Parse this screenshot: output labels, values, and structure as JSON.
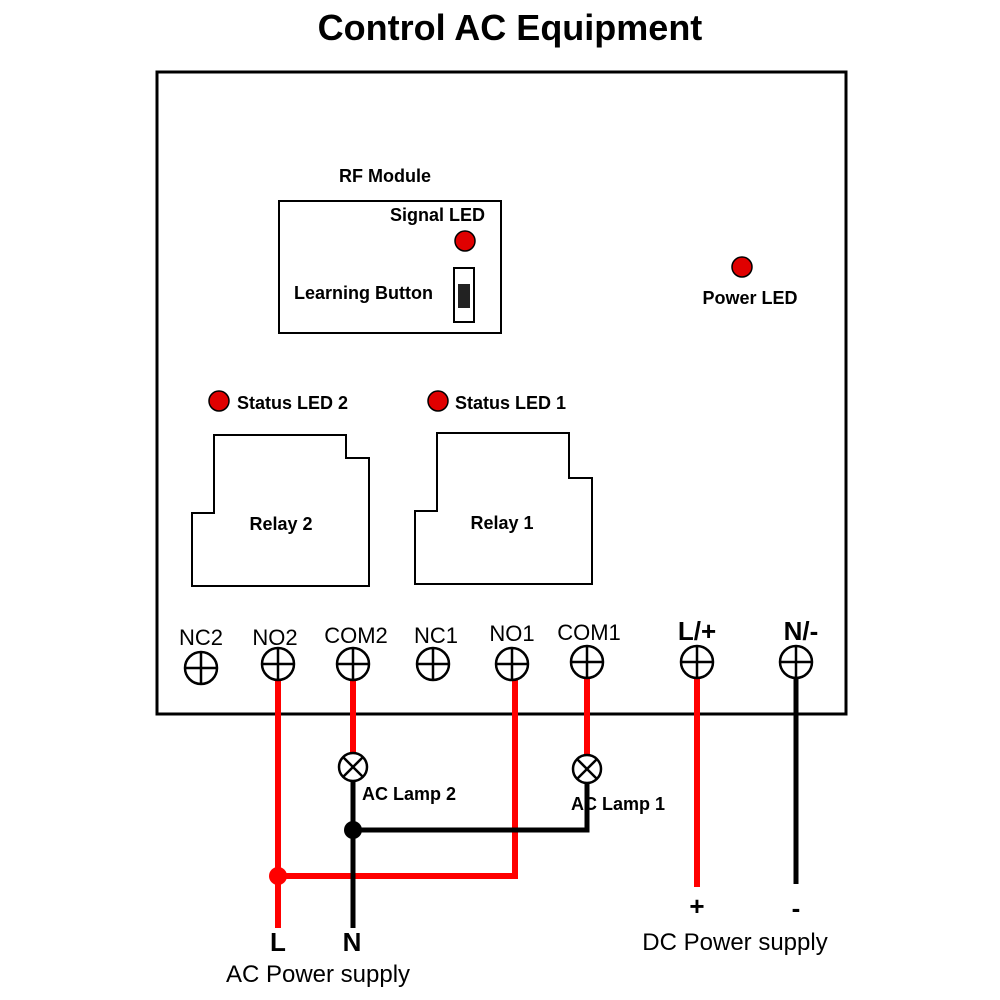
{
  "title": "Control AC Equipment",
  "rf_module": {
    "label": "RF Module",
    "signal_led": "Signal LED",
    "learning_button": "Learning Button"
  },
  "power_led": "Power LED",
  "status_led_2": "Status LED 2",
  "status_led_1": "Status LED 1",
  "relay_2": "Relay 2",
  "relay_1": "Relay 1",
  "terminals": {
    "nc2": "NC2",
    "no2": "NO2",
    "com2": "COM2",
    "nc1": "NC1",
    "no1": "NO1",
    "com1": "COM1",
    "l_plus": "L/+",
    "n_minus": "N/-"
  },
  "lamps": {
    "lamp_2": "AC Lamp 2",
    "lamp_1": "AC Lamp 1"
  },
  "ac_supply": {
    "l": "L",
    "n": "N",
    "label": "AC Power supply"
  },
  "dc_supply": {
    "plus": "+",
    "minus": "-",
    "label": "DC Power supply"
  },
  "colors": {
    "led": "#e00000",
    "live_wire": "#ff0000",
    "neutral_wire": "#000000"
  }
}
